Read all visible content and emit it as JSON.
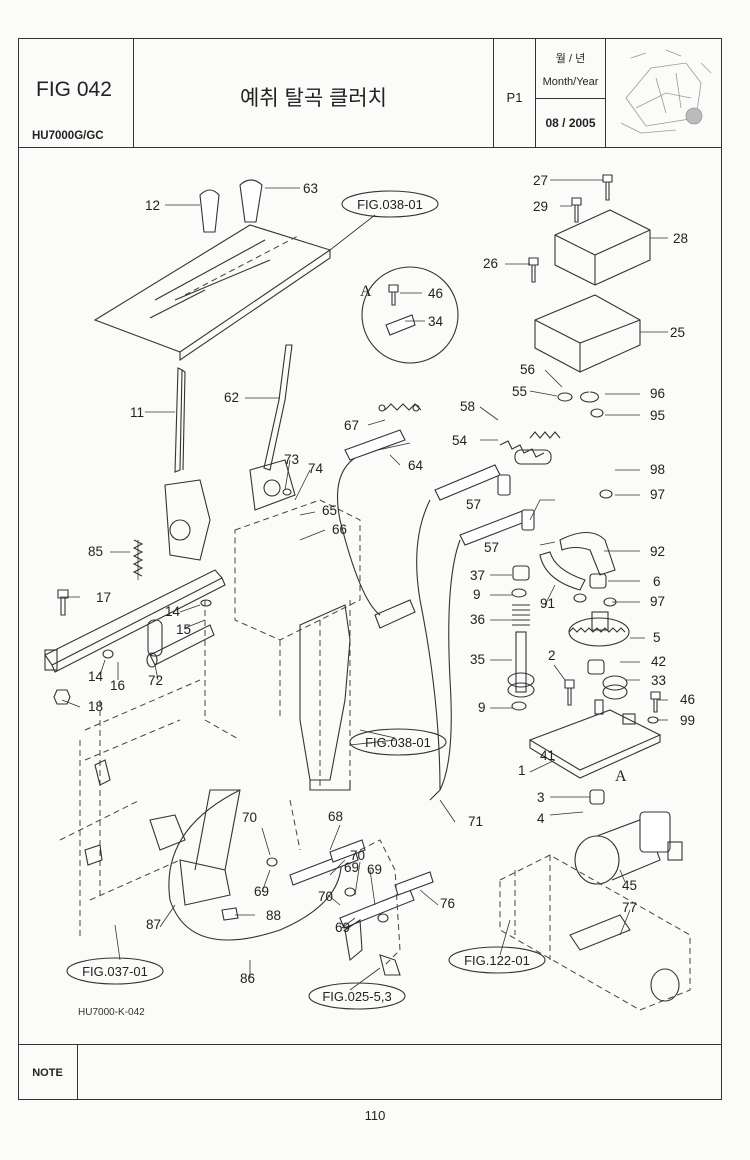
{
  "header": {
    "fig_code": "FIG 042",
    "model": "HU7000G/GC",
    "title": "예취 탈곡 클러치",
    "page_ref": "P1",
    "month_year_korean": "월 / 년",
    "month_year_label": "Month/Year",
    "date": "08 / 2005"
  },
  "diagram": {
    "drawing_code": "HU7000-K-042",
    "detail_label": "A",
    "callouts": [
      "1",
      "2",
      "3",
      "4",
      "5",
      "6",
      "9",
      "9",
      "11",
      "12",
      "14",
      "14",
      "15",
      "16",
      "17",
      "18",
      "25",
      "26",
      "27",
      "28",
      "29",
      "33",
      "34",
      "35",
      "36",
      "37",
      "41",
      "42",
      "45",
      "46",
      "46",
      "54",
      "55",
      "56",
      "57",
      "57",
      "58",
      "62",
      "63",
      "64",
      "65",
      "66",
      "67",
      "68",
      "69",
      "69",
      "69",
      "69",
      "70",
      "70",
      "70",
      "71",
      "72",
      "73",
      "74",
      "76",
      "77",
      "85",
      "86",
      "87",
      "88",
      "91",
      "92",
      "95",
      "96",
      "97",
      "97",
      "98",
      "99"
    ],
    "references": {
      "r1": "FIG.038-01",
      "r2": "FIG.038-01",
      "r3": "FIG.037-01",
      "r4": "FIG.025-5,3",
      "r5": "FIG.122-01"
    }
  },
  "footer": {
    "note_label": "NOTE",
    "note_text": "",
    "page_number": "110"
  }
}
